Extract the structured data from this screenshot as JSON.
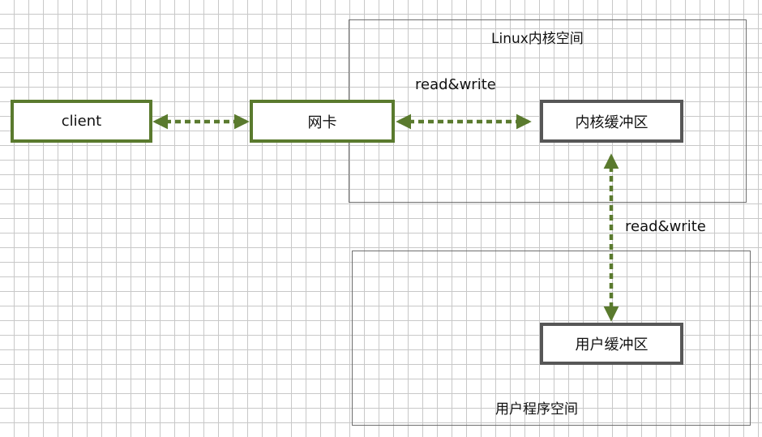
{
  "colors": {
    "accent_green": "#5a7a2e",
    "box_gray": "#575757",
    "region_border": "#6e6e6e",
    "grid": "#c8c8c8"
  },
  "regions": {
    "kernel": {
      "title": "Linux内核空间"
    },
    "user": {
      "title": "用户程序空间"
    }
  },
  "nodes": {
    "client": {
      "label": "client"
    },
    "nic": {
      "label": "网卡"
    },
    "kernel_buffer": {
      "label": "内核缓冲区"
    },
    "user_buffer": {
      "label": "用户缓冲区"
    }
  },
  "edges": {
    "client_nic": {
      "label": ""
    },
    "nic_kernel": {
      "label": "read&write"
    },
    "kernel_user": {
      "label": "read&write"
    }
  }
}
